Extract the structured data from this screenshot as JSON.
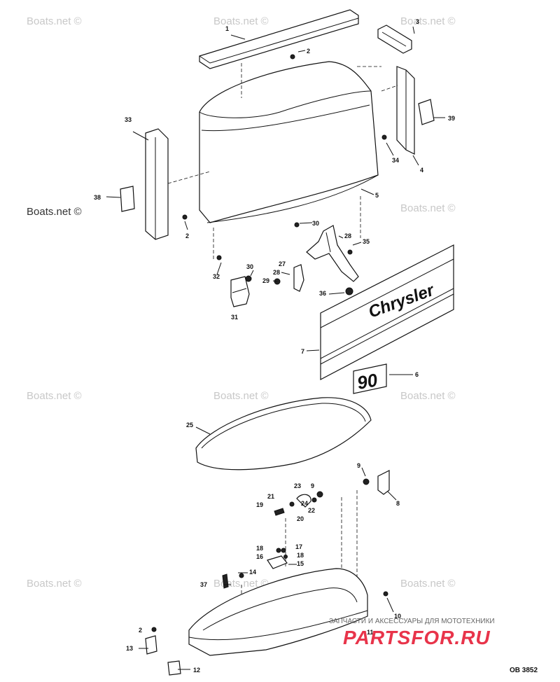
{
  "watermark": "Boats.net ©",
  "brand_text": "Chrysler",
  "model_decal": "90",
  "drawing_number": "OB 3852",
  "vendor": {
    "tagline": "ЗАПЧАСТИ И АКСЕССУАРЫ ДЛЯ МОТОТЕХНИКИ",
    "logo": "PARTSFOR.RU",
    "color": "#e8344a"
  },
  "callouts": {
    "p1": "1",
    "p2a": "2",
    "p2b": "2",
    "p2c": "2",
    "p3": "3",
    "p4": "4",
    "p5": "5",
    "p6": "6",
    "p7": "7",
    "p8": "8",
    "p9a": "9",
    "p9b": "9",
    "p10": "10",
    "p11": "11",
    "p12": "12",
    "p13": "13",
    "p14": "14",
    "p15": "15",
    "p16": "16",
    "p17": "17",
    "p18a": "18",
    "p18b": "18",
    "p19": "19",
    "p20": "20",
    "p21": "21",
    "p22": "22",
    "p23": "23",
    "p24": "24",
    "p25": "25",
    "p27": "27",
    "p28a": "28",
    "p28b": "28",
    "p29": "29",
    "p30a": "30",
    "p30b": "30",
    "p31": "31",
    "p32": "32",
    "p33": "33",
    "p34": "34",
    "p35": "35",
    "p36": "36",
    "p37": "37",
    "p38": "38",
    "p39": "39"
  }
}
